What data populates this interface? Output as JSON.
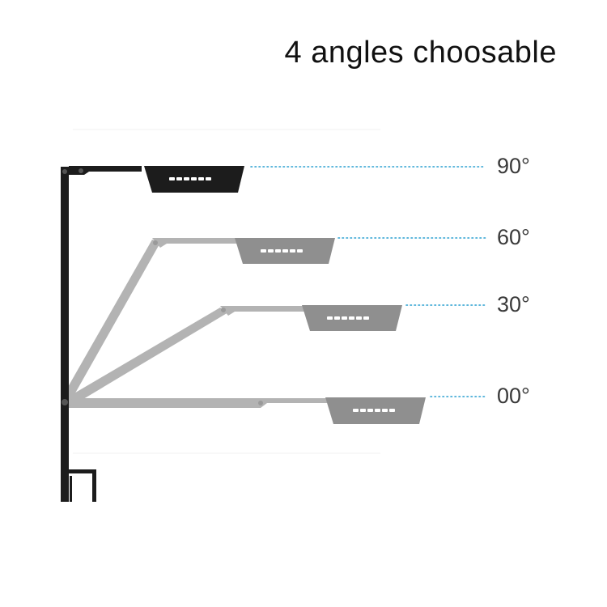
{
  "title": "4 angles choosable",
  "angles": [
    {
      "label": "90°"
    },
    {
      "label": "60°"
    },
    {
      "label": "30°"
    },
    {
      "label": "00°"
    }
  ],
  "colors": {
    "active_fixture": "#1c1c1c",
    "inactive_fixture": "#8f8f8f",
    "arm_faded": "#b3b3b3",
    "leader_line": "#2a9fd0",
    "led": "#ffffff"
  }
}
